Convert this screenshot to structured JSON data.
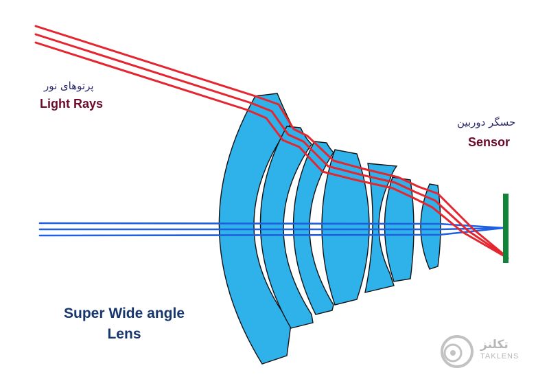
{
  "labels": {
    "light_rays_fa": "پرتوهای نور",
    "light_rays_en": "Light Rays",
    "sensor_fa": "حسگر دوربین",
    "sensor_en": "Sensor",
    "title_line1": "Super Wide angle",
    "title_line2": "Lens"
  },
  "watermark": {
    "name_fa": "تکلنز",
    "name_en": "TAKLENS",
    "logo_icon": "taklens-logo-icon"
  },
  "colors": {
    "lens_fill": "#2fb2ea",
    "lens_stroke": "#111111",
    "oblique_rays": "#e3262f",
    "axial_rays": "#1f5fe0",
    "sensor": "#11843a",
    "title_text": "#16366e",
    "english_label_text": "#6b0a2a",
    "persian_label_text": "#2b2b6e",
    "watermark": "#b7b7b7"
  }
}
